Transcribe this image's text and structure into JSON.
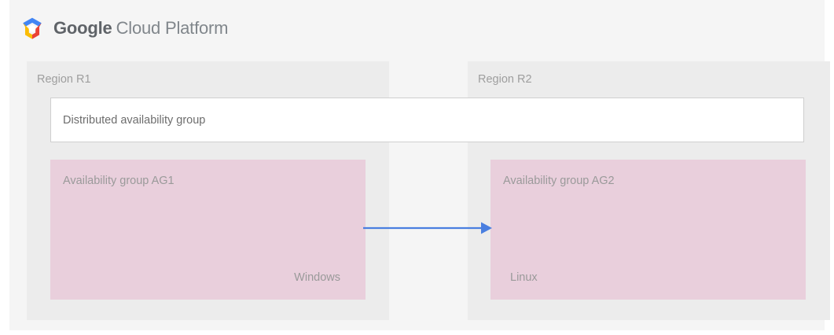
{
  "brand": {
    "logo_icon": "google-cloud-platform-hexagon-logo",
    "name_primary": "Google",
    "name_suffix": "Cloud Platform",
    "colors": {
      "logo_blue": "#4285f4",
      "logo_yellow": "#fbbc05",
      "logo_red": "#ea4335",
      "text": "#5f6368"
    }
  },
  "diagram": {
    "background": "#f5f5f5",
    "distributed_group": {
      "label": "Distributed availability group",
      "background": "#ffffff",
      "border_color": "#cfcfcf"
    },
    "regions": [
      {
        "id": "r1",
        "label": "Region R1",
        "background": "#ececec",
        "availability_group": {
          "label": "Availability group AG1",
          "os": "Windows",
          "background": "#e9cfdc"
        }
      },
      {
        "id": "r2",
        "label": "Region R2",
        "background": "#ececec",
        "availability_group": {
          "label": "Availability group AG2",
          "os": "Linux",
          "background": "#e9cfdc"
        }
      }
    ],
    "replication_arrow": {
      "icon": "right-arrow-icon",
      "direction": "left-to-right",
      "from": "Availability group AG1",
      "to": "Availability group AG2",
      "color": "#4a7fe0"
    }
  }
}
